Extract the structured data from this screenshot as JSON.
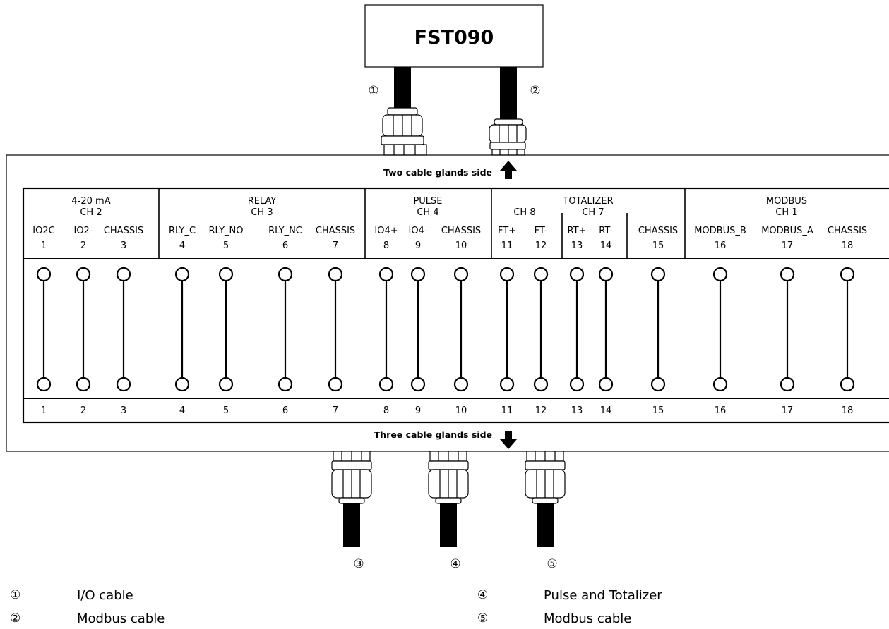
{
  "device": {
    "name": "FST090"
  },
  "sides": {
    "top": "Two cable glands side",
    "bottom": "Three cable glands side"
  },
  "groups": [
    {
      "title": "4-20 mA",
      "channel": "CH 2"
    },
    {
      "title": "RELAY",
      "channel": "CH 3"
    },
    {
      "title": "PULSE",
      "channel": "CH 4"
    },
    {
      "title": "TOTALIZER",
      "subchannels": [
        "CH 8",
        "CH 7"
      ]
    },
    {
      "title": "MODBUS",
      "channel": "CH 1"
    }
  ],
  "terminals": [
    {
      "label": "IO2C",
      "num": "1"
    },
    {
      "label": "IO2-",
      "num": "2"
    },
    {
      "label": "CHASSIS",
      "num": "3"
    },
    {
      "label": "RLY_C",
      "num": "4"
    },
    {
      "label": "RLY_NO",
      "num": "5"
    },
    {
      "label": "RLY_NC",
      "num": "6"
    },
    {
      "label": "CHASSIS",
      "num": "7"
    },
    {
      "label": "IO4+",
      "num": "8"
    },
    {
      "label": "IO4-",
      "num": "9"
    },
    {
      "label": "CHASSIS",
      "num": "10"
    },
    {
      "label": "FT+",
      "num": "11"
    },
    {
      "label": "FT-",
      "num": "12"
    },
    {
      "label": "RT+",
      "num": "13"
    },
    {
      "label": "RT-",
      "num": "14"
    },
    {
      "label": "CHASSIS",
      "num": "15"
    },
    {
      "label": "MODBUS_B",
      "num": "16"
    },
    {
      "label": "MODBUS_A",
      "num": "17"
    },
    {
      "label": "CHASSIS",
      "num": "18"
    }
  ],
  "callouts": [
    "①",
    "②",
    "③",
    "④",
    "⑤"
  ],
  "legend": [
    {
      "marker": "①",
      "text": "I/O cable"
    },
    {
      "marker": "②",
      "text": "Modbus cable"
    },
    {
      "marker": "④",
      "text": "Pulse and Totalizer"
    },
    {
      "marker": "⑤",
      "text": "Modbus cable"
    }
  ]
}
